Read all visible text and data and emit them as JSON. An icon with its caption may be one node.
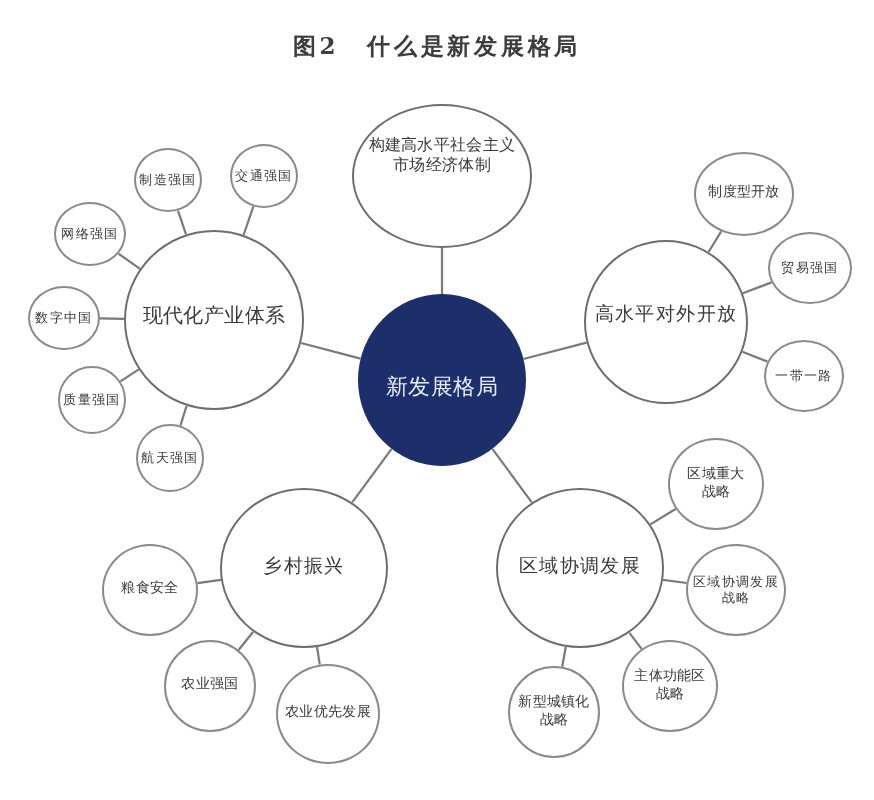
{
  "diagram": {
    "title": "图2 什么是新发展格局",
    "nodes": [
      {
        "text": [
          "构建高水平社会主义市场经济体制"
        ]
      },
      {
        "text": [
          "新发展格局"
        ]
      },
      {
        "text": [
          "现代化产业体系"
        ]
      },
      {
        "text": [
          "网络强国"
        ]
      },
      {
        "text": [
          "制造强国"
        ]
      },
      {
        "text": [
          "交通强国"
        ]
      },
      {
        "text": [
          "数字中国"
        ]
      },
      {
        "text": [
          "质量强国"
        ]
      },
      {
        "text": [
          "航天强国"
        ]
      },
      {
        "text": [
          "高水平对外开放"
        ]
      },
      {
        "text": [
          "制度型开放"
        ]
      },
      {
        "text": [
          "贸易强国"
        ]
      },
      {
        "text": [
          "一带一路"
        ]
      },
      {
        "text": [
          "乡村振兴"
        ]
      },
      {
        "text": [
          "粮食安全"
        ]
      },
      {
        "text": [
          "农业强国"
        ]
      },
      {
        "text": [
          "农业优先发展"
        ]
      },
      {
        "text": [
          "区域协调发展"
        ]
      },
      {
        "text": [
          "区域重大战略"
        ]
      },
      {
        "text": [
          "区域协调发展战略"
        ]
      },
      {
        "text": [
          "主体功能区战略"
        ]
      },
      {
        "text": [
          "新型城镇化战略"
        ]
      }
    ],
    "edges": [
      {
        "from": 0,
        "to": 1,
        "arrow": "none"
      },
      {
        "from": 1,
        "to": 2,
        "arrow": "none"
      },
      {
        "from": 1,
        "to": 9,
        "arrow": "none"
      },
      {
        "from": 1,
        "to": 13,
        "arrow": "none"
      },
      {
        "from": 1,
        "to": 17,
        "arrow": "none"
      },
      {
        "from": 2,
        "to": 3,
        "arrow": "none"
      },
      {
        "from": 2,
        "to": 4,
        "arrow": "none"
      },
      {
        "from": 2,
        "to": 5,
        "arrow": "none"
      },
      {
        "from": 2,
        "to": 6,
        "arrow": "none"
      },
      {
        "from": 2,
        "to": 7,
        "arrow": "none"
      },
      {
        "from": 2,
        "to": 8,
        "arrow": "none"
      },
      {
        "from": 9,
        "to": 10,
        "arrow": "none"
      },
      {
        "from": 9,
        "to": 11,
        "arrow": "none"
      },
      {
        "from": 9,
        "to": 12,
        "arrow": "none"
      },
      {
        "from": 13,
        "to": 14,
        "arrow": "none"
      },
      {
        "from": 13,
        "to": 15,
        "arrow": "none"
      },
      {
        "from": 13,
        "to": 16,
        "arrow": "none"
      },
      {
        "from": 17,
        "to": 18,
        "arrow": "none"
      },
      {
        "from": 17,
        "to": 19,
        "arrow": "none"
      },
      {
        "from": 17,
        "to": 20,
        "arrow": "none"
      },
      {
        "from": 17,
        "to": 21,
        "arrow": "none"
      }
    ]
  }
}
